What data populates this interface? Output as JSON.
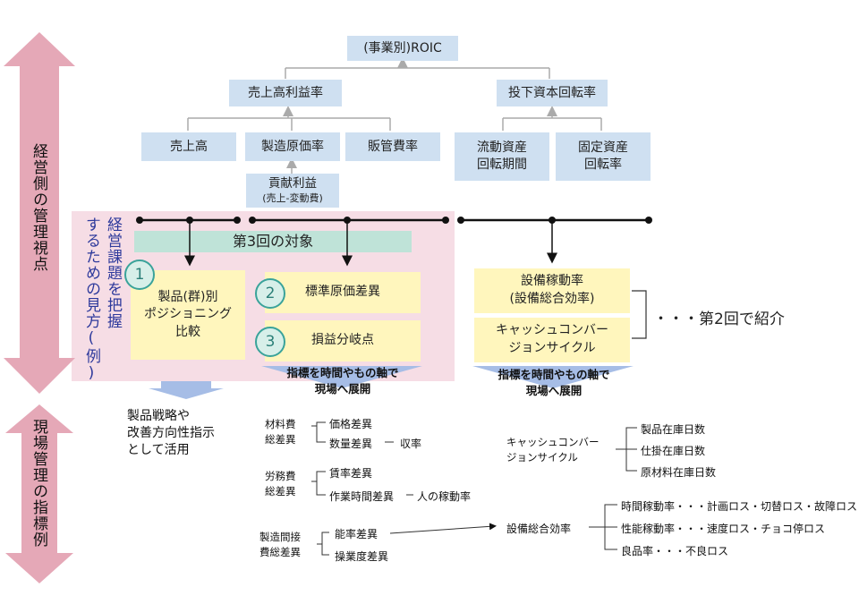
{
  "left_axis": {
    "management_view": "経営側の管理視点",
    "field_indicators": "現場管理の指標例"
  },
  "tree": {
    "roic": "(事業別)ROIC",
    "sales_margin": "売上高利益率",
    "capital_turnover": "投下資本回転率",
    "sales": "売上高",
    "mfg_cost_ratio": "製造原価率",
    "sga_ratio": "販管費率",
    "current_asset": "流動資産\n回転期間",
    "fixed_asset": "固定資産\n回転率",
    "contribution": "貢献利益",
    "contribution_sub": "(売上-変動費)"
  },
  "issues": {
    "vertical_label_1": "経営課題を把握",
    "vertical_label_2": "するための見方(例)",
    "banner": "第3回の対象",
    "item1_num": "1",
    "item1": "製品(群)別\nポジショニング\n比較",
    "item2_num": "2",
    "item2": "標準原価差異",
    "item3_num": "3",
    "item3": "損益分岐点",
    "right1": "設備稼動率\n(設備総合効率)",
    "right2": "キャッシュコンバー\nジョンサイクル",
    "round2_note": "・・・第2回で紹介",
    "expand_left": "指標を時間やもの軸で\n現場へ展開",
    "expand_right": "指標を時間やもの軸で\n現場へ展開"
  },
  "strategy_note": "製品戦略や\n改善方向性指示\nとして活用",
  "variances": {
    "material": "材料費\n総差異",
    "material_price": "価格差異",
    "material_qty": "数量差異",
    "yield": "収率",
    "labor": "労務費\n総差異",
    "labor_rate": "賃率差異",
    "labor_time": "作業時間差異",
    "labor_util": "人の稼動率",
    "overhead": "製造間接\n費総差異",
    "efficiency": "能率差異",
    "operation": "操業度差異"
  },
  "ccc": {
    "label": "キャッシュコンバー\nジョンサイクル",
    "product_days": "製品在庫日数",
    "wip_days": "仕掛在庫日数",
    "material_days": "原材料在庫日数"
  },
  "oee": {
    "label": "設備総合効率",
    "time_rate": "時間稼動率・・・計画ロス・切替ロス・故障ロス",
    "perf_rate": "性能稼動率・・・速度ロス・チョコ停ロス",
    "quality_rate": "良品率・・・不良ロス"
  }
}
